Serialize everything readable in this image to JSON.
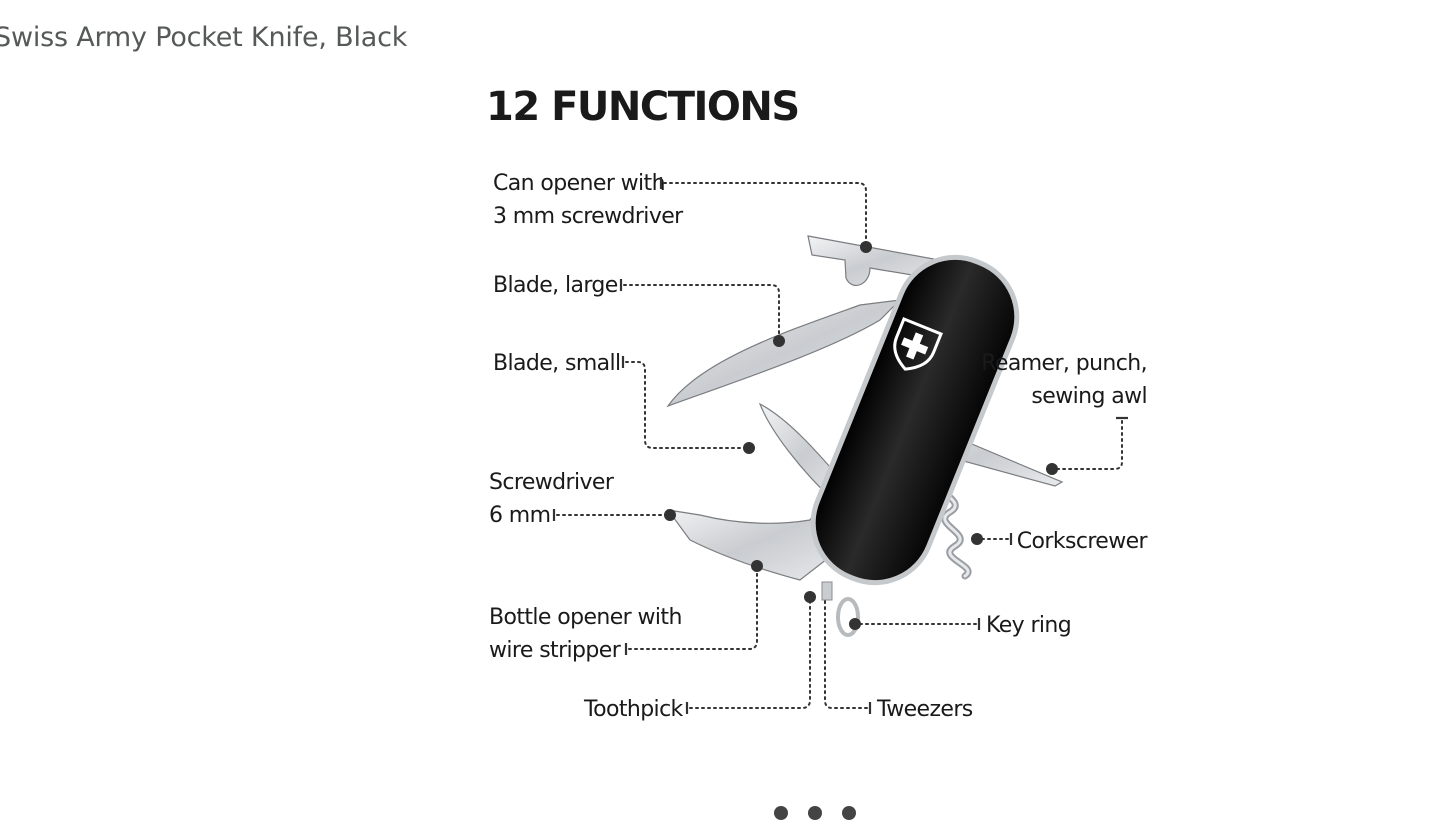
{
  "product": {
    "title": "Swiss Army Pocket Knife, Black"
  },
  "infographic": {
    "heading": "12 FUNCTIONS",
    "labels": {
      "can_opener": [
        "Can opener with",
        "3 mm screwdriver"
      ],
      "blade_large": "Blade, large",
      "blade_small": "Blade, small",
      "reamer": [
        "Reamer, punch,",
        "sewing awl"
      ],
      "screwdriver": [
        "Screwdriver",
        "6 mm"
      ],
      "corkscrewer": "Corkscrewer",
      "bottle_opener": [
        "Bottle opener with",
        "wire stripper"
      ],
      "key_ring": "Key ring",
      "toothpick": "Toothpick",
      "tweezers": "Tweezers"
    },
    "colors": {
      "handle": "#111111",
      "steel": "#d9dcdf",
      "label_text": "#1a1a1a",
      "title_text": "#565959"
    }
  },
  "carousel": {
    "image_count": 3
  }
}
